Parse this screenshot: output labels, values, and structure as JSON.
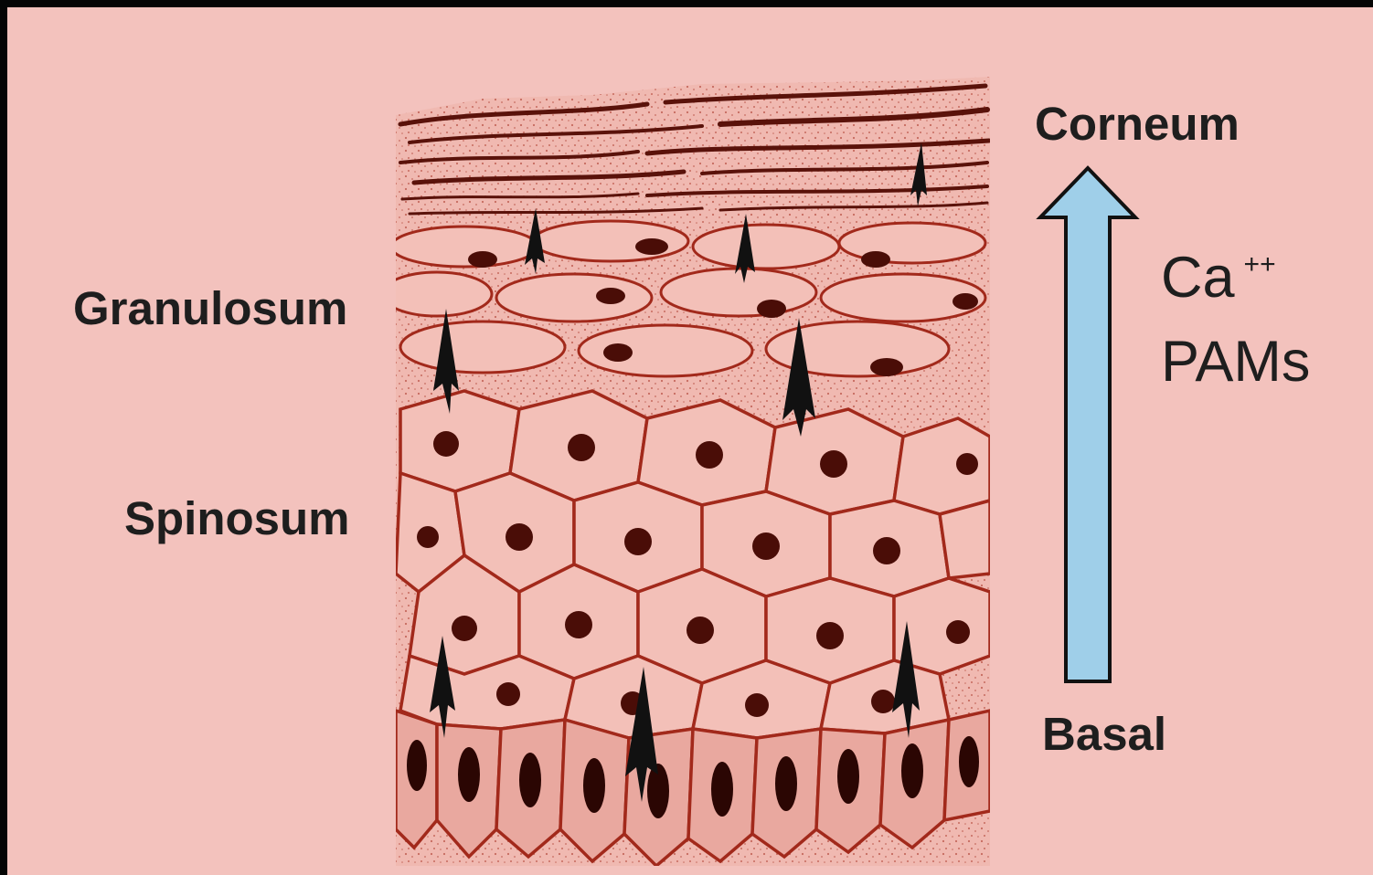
{
  "labels": {
    "left": {
      "granulosum": "Granulosum",
      "spinosum": "Spinosum"
    },
    "right": {
      "corneum": "Corneum",
      "basal": "Basal"
    }
  },
  "factors": {
    "calcium_symbol": "Ca",
    "calcium_charge": "++",
    "pams": "PAMs"
  },
  "colors": {
    "background": "#f3c2bd",
    "frame": "#050505",
    "cell_fill": "#f0b9b1",
    "cell_line": "#a2291b",
    "nucleus": "#4a0d07",
    "arrow_fill": "#9fcfe9",
    "arrow_stroke": "#111111",
    "text": "#1e1e1e"
  }
}
